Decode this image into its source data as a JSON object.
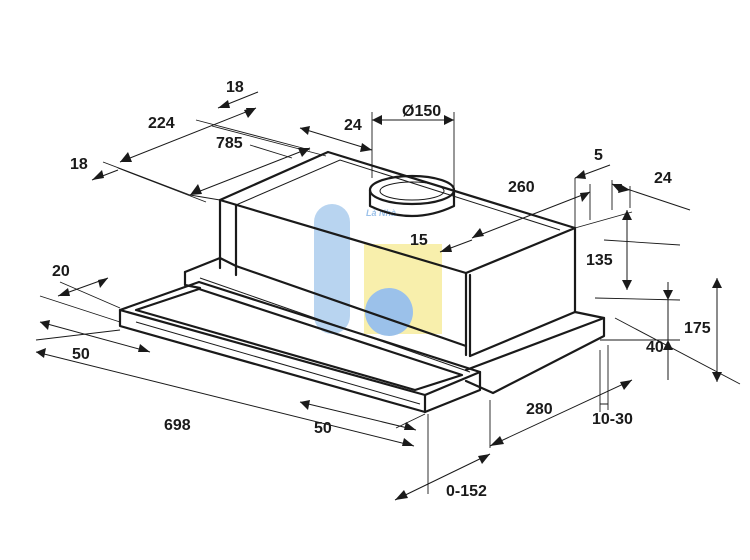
{
  "dimensions": {
    "d18_top": "18",
    "d224": "224",
    "d18_left": "18",
    "d785": "785",
    "d24_top": "24",
    "d150": "Ø150",
    "d5": "5",
    "d24_right": "24",
    "d260": "260",
    "d15": "15",
    "d135": "135",
    "d175": "175",
    "d40": "40",
    "d20": "20",
    "d50_left": "50",
    "d698": "698",
    "d50_bottom": "50",
    "d280": "280",
    "d10_30": "10-30",
    "d0_152": "0-152"
  },
  "watermark": {
    "text": "Là Nhà",
    "colors": [
      "#7fb2e5",
      "#f4e36a",
      "#4a90d9"
    ]
  }
}
